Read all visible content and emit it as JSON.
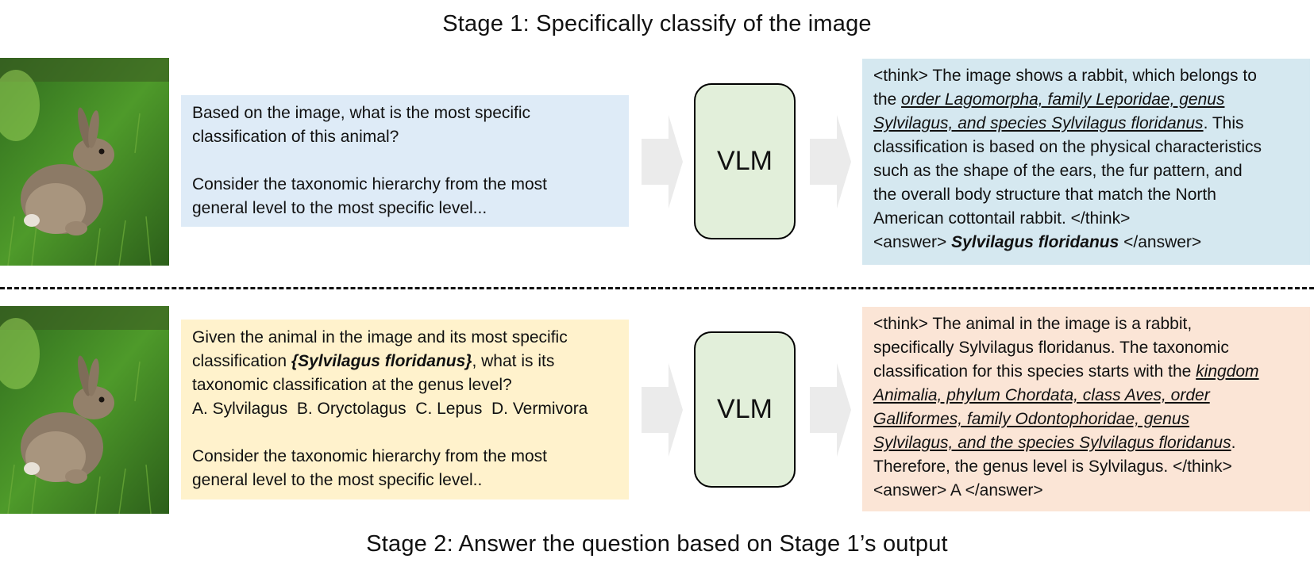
{
  "stage1": {
    "title": "Stage 1: Specifically classify of the image",
    "prompt_line1": "Based on the image, what is the most specific",
    "prompt_line2": "classification of this animal?",
    "prompt_line3": "Consider the taxonomic hierarchy from the most",
    "prompt_line4": "general level to the most specific level...",
    "model_label": "VLM",
    "response": {
      "r1": "<think> The image shows a rabbit, which belongs to",
      "r2a": "the ",
      "r2b": "order Lagomorpha, family Leporidae, genus",
      "r3a": "Sylvilagus, and species Sylvilagus floridanus",
      "r3b": ". This",
      "r4": "classification is based on the physical characteristics",
      "r5": "such as the shape of the ears, the fur pattern, and",
      "r6": "the overall body structure that match the North",
      "r7": "American cottontail rabbit. </think>",
      "r8a": "<answer> ",
      "r8b": "Sylvilagus floridanus",
      "r8c": " </answer>"
    }
  },
  "stage2": {
    "title": "Stage 2: Answer the question based on Stage 1’s output",
    "prompt_line1": "Given the animal in the image and its most specific",
    "prompt_line2a": "classification ",
    "prompt_line2b": "{Sylvilagus floridanus}",
    "prompt_line2c": ", what is its",
    "prompt_line3": "taxonomic classification at the genus level?",
    "options": "A. Sylvilagus  B. Oryctolagus  C. Lepus  D. Vermivora",
    "prompt_line5": "Consider the taxonomic hierarchy from the most",
    "prompt_line6": "general level to the most specific level..",
    "model_label": "VLM",
    "response": {
      "r1": "<think> The animal in the image is a rabbit,",
      "r2": "specifically Sylvilagus floridanus. The taxonomic",
      "r3a": "classification for this species starts with the ",
      "r3b": "kingdom",
      "r4": "Animalia, phylum Chordata, class Aves, order",
      "r5": "Galliformes, family Odontophoridae, genus",
      "r6a": "Sylvilagus, and the species Sylvilagus floridanus",
      "r6b": ".",
      "r7": "Therefore, the genus level is Sylvilagus. </think>",
      "r8": "<answer> A </answer>"
    }
  },
  "colors": {
    "stage1_prompt_bg": "#deebf7",
    "stage1_response_bg": "#d5e8f0",
    "stage2_prompt_bg": "#fff2cc",
    "stage2_response_bg": "#fbe5d6",
    "vlm_bg": "#e2efda",
    "arrow": "#ebebeb"
  }
}
